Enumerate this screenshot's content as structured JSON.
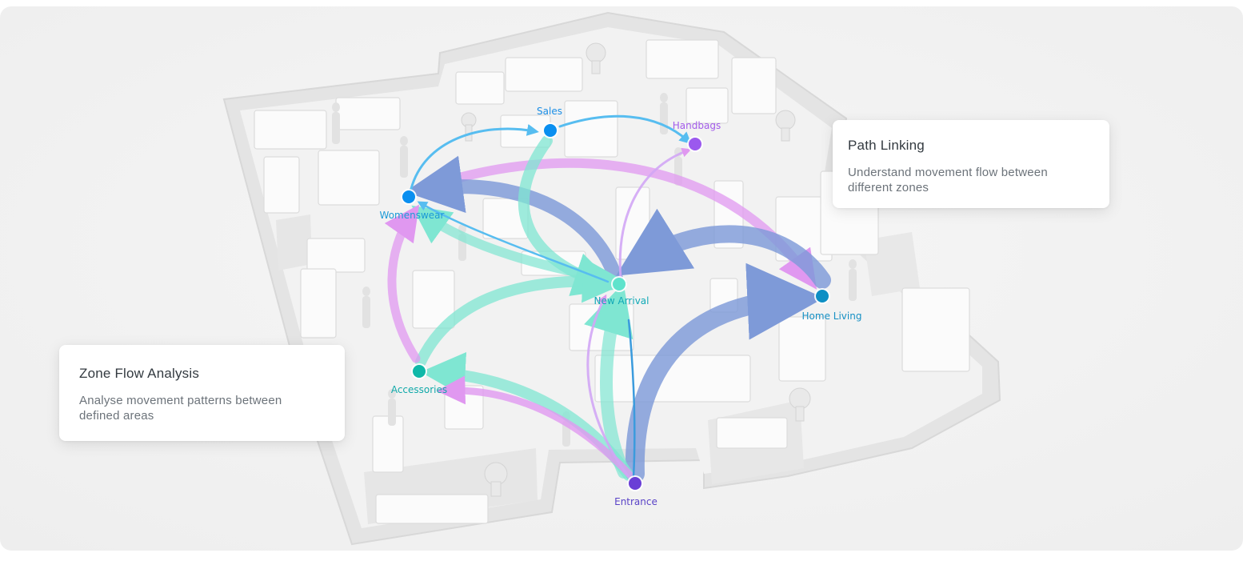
{
  "cards": {
    "path_linking": {
      "title": "Path Linking",
      "description": "Understand movement flow between different zones"
    },
    "zone_flow": {
      "title": "Zone Flow Analysis",
      "description": "Analyse movement patterns between defined areas"
    }
  },
  "zones": [
    {
      "id": "sales",
      "label": "Sales",
      "color": "#1a8ee6"
    },
    {
      "id": "handbags",
      "label": "Handbags",
      "color": "#a35bea"
    },
    {
      "id": "womenswear",
      "label": "Womenswear",
      "color": "#1b9ad6"
    },
    {
      "id": "new_arrival",
      "label": "New Arrival",
      "color": "#10a9b6"
    },
    {
      "id": "home_living",
      "label": "Home Living",
      "color": "#1690c4"
    },
    {
      "id": "accessories",
      "label": "Accessories",
      "color": "#10a9a9"
    },
    {
      "id": "entrance",
      "label": "Entrance",
      "color": "#5a43c7"
    }
  ],
  "flow_colors": {
    "blue": "#7e9ad8",
    "teal": "#7fe6d2",
    "purple": "#e098f0",
    "sky": "#57bdf0"
  }
}
